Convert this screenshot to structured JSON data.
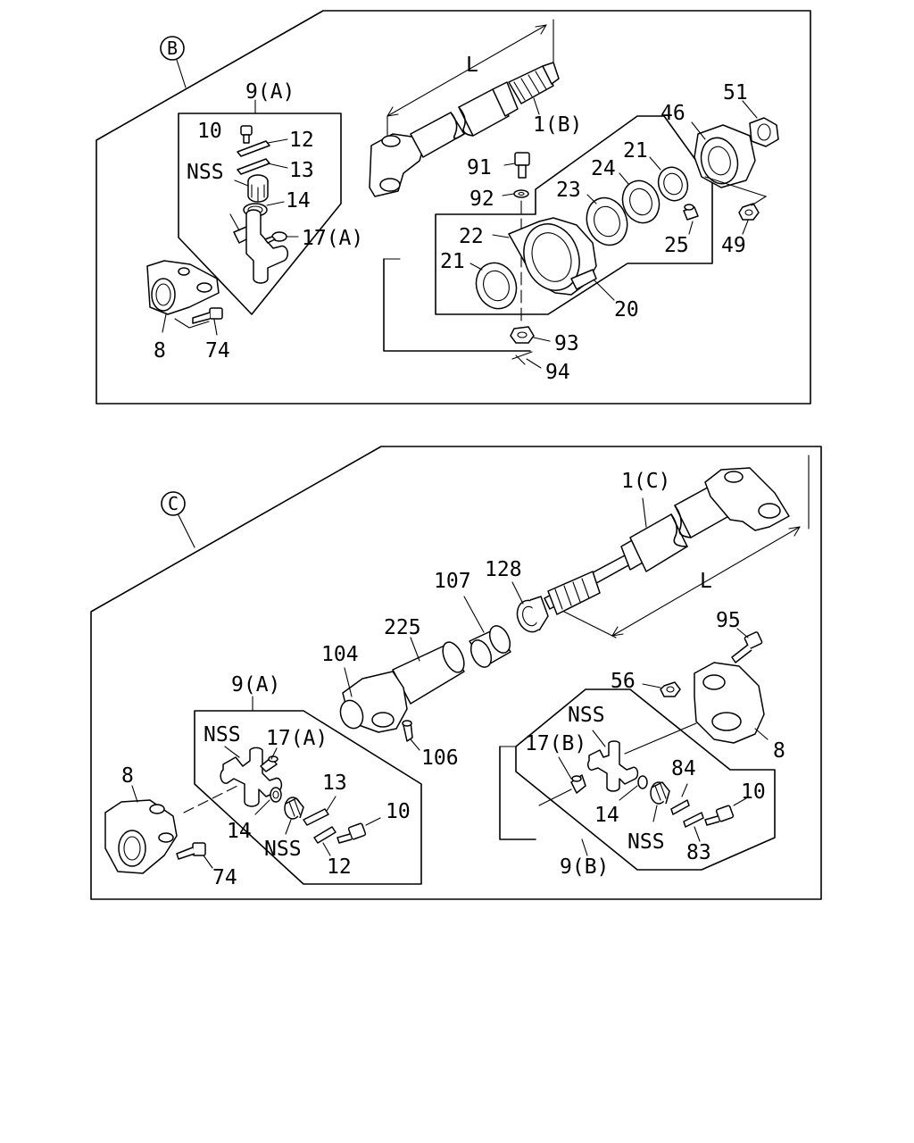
{
  "sections": [
    {
      "id": "B",
      "marker": "B"
    },
    {
      "id": "C",
      "marker": "C"
    }
  ],
  "labels_b": {
    "l": "L",
    "l_9a": "9(A)",
    "l_10": "10",
    "l_12": "12",
    "l_13": "13",
    "l_nss": "NSS",
    "l_14": "14",
    "l_17a": "17(A)",
    "l_8": "8",
    "l_74": "74",
    "l_1b": "1(B)",
    "l_91": "91",
    "l_92": "92",
    "l_46": "46",
    "l_51": "51",
    "l_24": "24",
    "l_21a": "21",
    "l_23": "23",
    "l_22": "22",
    "l_21b": "21",
    "l_25": "25",
    "l_49": "49",
    "l_20": "20",
    "l_93": "93",
    "l_94": "94"
  },
  "labels_c": {
    "l_1c": "1(C)",
    "l": "L",
    "l_107": "107",
    "l_128": "128",
    "l_225": "225",
    "l_104": "104",
    "l_95": "95",
    "l_56": "56",
    "l_9a": "9(A)",
    "l_nss1": "NSS",
    "l_17a": "17(A)",
    "l_106": "106",
    "l_nss2": "NSS",
    "l_17b": "17(B)",
    "l_8a": "8",
    "l_8b": "8",
    "l_84": "84",
    "l_13": "13",
    "l_10a": "10",
    "l_10b": "10",
    "l_14a": "14",
    "l_14b": "14",
    "l_nss3": "NSS",
    "l_nss4": "NSS",
    "l_12": "12",
    "l_83": "83",
    "l_74": "74",
    "l_9b": "9(B)"
  }
}
